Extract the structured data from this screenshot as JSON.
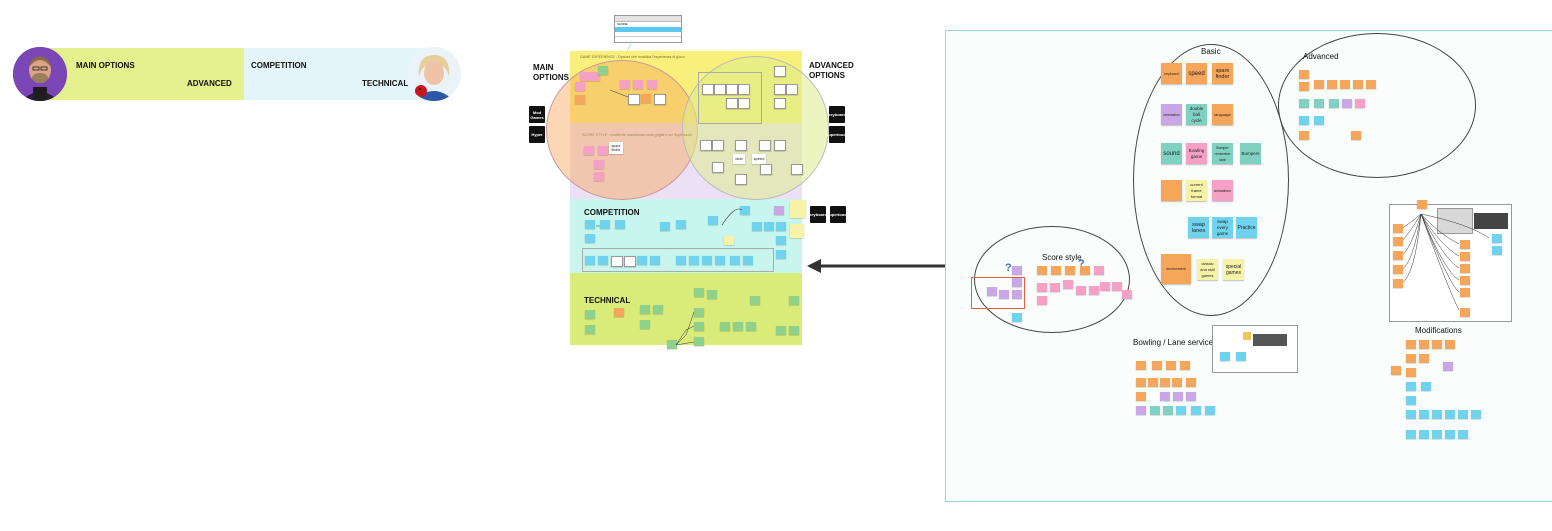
{
  "left_banner": {
    "main_options": "MAIN OPTIONS",
    "advanced": "ADVANCED",
    "competition": "COMPETITION",
    "technical": "TECHNICAL"
  },
  "center_board": {
    "dropdown_options": [
      "SCORE",
      "",
      ""
    ],
    "main_options": "MAIN\nOPTIONS",
    "advanced_options": "ADVANCED\nOPTIONS",
    "game_experience": "GAME EXPERIENCE - Opzioni che modifica l'esperienza di gioco",
    "score_style": "SCORE STYLE - modifiche visualizzate sulla griglia o sul Supertouch",
    "competition": "COMPETITION",
    "technical": "TECHNICAL",
    "cards_left": [
      "Mod\nGames",
      "Hyper"
    ],
    "cards_right": [
      "keyboard",
      "supertouch"
    ],
    "cards_comp": [
      "keyboard",
      "supertouch"
    ],
    "stickies": [
      "spare\nfinder",
      "club",
      "speed"
    ]
  },
  "right_board": {
    "basic": "Basic",
    "advanced": "Advanced",
    "score_style": "Score style",
    "bowling_lane_services": "Bowling / Lane services",
    "modifications": "Modifications",
    "basic_stickies": [
      {
        "label": "keyboard",
        "color": "#f6a65b"
      },
      {
        "label": "speed",
        "color": "#f6a65b"
      },
      {
        "label": "spare\nfinder",
        "color": "#f6a65b"
      },
      {
        "label": "orientation",
        "color": "#c9a7e6"
      },
      {
        "label": "double\nball\ncycle",
        "color": "#7fd1c2"
      },
      {
        "label": "language",
        "color": "#f6a65b"
      },
      {
        "label": "sound",
        "color": "#7fd1c2"
      },
      {
        "label": "Bowling\ngame",
        "color": "#f4a1c5"
      },
      {
        "label": "Bumper\nremember\nlane",
        "color": "#7fd1c2"
      },
      {
        "label": "Bumpers",
        "color": "#7fd1c2"
      },
      {
        "label": "",
        "color": "#f6a65b"
      },
      {
        "label": "current\nframe\nformat",
        "color": "#f7f3a6"
      },
      {
        "label": "animations",
        "color": "#f4a1c5"
      },
      {
        "label": "swap\nlanes",
        "color": "#6fd3ee"
      },
      {
        "label": "swap\nevery\ngame",
        "color": "#6fd3ee"
      },
      {
        "label": "Practice",
        "color": "#6fd3ee"
      },
      {
        "label": "environment",
        "color": "#f6a65b"
      },
      {
        "label": "classic\nand skill\ngames",
        "color": "#f7f3a6"
      },
      {
        "label": "special\ngames",
        "color": "#f7f3a6"
      }
    ]
  },
  "colors": {
    "orange": "#f6a65b",
    "teal": "#7fd1c2",
    "pink": "#f4a1c5",
    "purple": "#c9a7e6",
    "blue": "#6fd3ee",
    "yellow": "#f7f3a6",
    "green": "#8fd18a"
  }
}
